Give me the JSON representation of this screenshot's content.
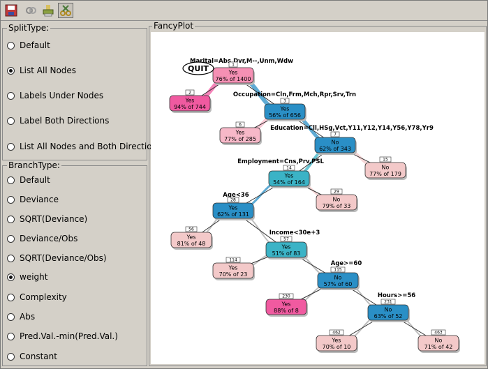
{
  "toolbar": {
    "buttons": [
      {
        "name": "save-icon"
      },
      {
        "name": "link-icon"
      },
      {
        "name": "print-icon"
      },
      {
        "name": "scissors-icon"
      }
    ]
  },
  "split_type": {
    "title": "SplitType:",
    "options": [
      {
        "label": "Default",
        "checked": false
      },
      {
        "label": "List All Nodes",
        "checked": true
      },
      {
        "label": "Labels Under Nodes",
        "checked": false
      },
      {
        "label": "Label Both Directions",
        "checked": false
      },
      {
        "label": "List All Nodes and Both Directions",
        "checked": false
      }
    ]
  },
  "branch_type": {
    "title": "BranchType:",
    "options": [
      {
        "label": "Default",
        "checked": false
      },
      {
        "label": "Deviance",
        "checked": false
      },
      {
        "label": "SQRT(Deviance)",
        "checked": false
      },
      {
        "label": "Deviance/Obs",
        "checked": false
      },
      {
        "label": "SQRT(Deviance/Obs)",
        "checked": false
      },
      {
        "label": "weight",
        "checked": true
      },
      {
        "label": "Complexity",
        "checked": false
      },
      {
        "label": "Abs",
        "checked": false
      },
      {
        "label": "Pred.Val.-min(Pred.Val.)",
        "checked": false
      },
      {
        "label": "Constant",
        "checked": false
      }
    ]
  },
  "plot": {
    "title": "FancyPlot",
    "quit_label": "QUIT",
    "colors": {
      "yes_strong": "#f05aa0",
      "yes_light": "#f7b8c8",
      "yes_mid": "#f590b4",
      "no_strong": "#2a8fc6",
      "no_light": "#f3c9c9",
      "no_teal": "#3bb3c6"
    },
    "splits": [
      {
        "id": "s1",
        "text": "Marital=Abs,Dvr,M--,Unm,Wdw"
      },
      {
        "id": "s2",
        "text": "Occupation=Cln,Frm,Mch,Rpr,Srv,Trn"
      },
      {
        "id": "s3",
        "text": "Education=Cll,HSg,Vct,Y11,Y12,Y14,Y56,Y78,Yr9"
      },
      {
        "id": "s4",
        "text": "Employment=Cns,Prv,PSL"
      },
      {
        "id": "s5",
        "text": "Age<36"
      },
      {
        "id": "s6",
        "text": "Income<30e+3"
      },
      {
        "id": "s7",
        "text": "Age>=60"
      },
      {
        "id": "s8",
        "text": "Hours>=56"
      }
    ],
    "nodes": [
      {
        "id": "n1",
        "num": "1",
        "label": "Yes",
        "stat": "76% of 1400"
      },
      {
        "id": "n2",
        "num": "2",
        "label": "Yes",
        "stat": "94% of 744"
      },
      {
        "id": "n3",
        "num": "3",
        "label": "Yes",
        "stat": "56% of 656"
      },
      {
        "id": "n6",
        "num": "6",
        "label": "Yes",
        "stat": "77% of 285"
      },
      {
        "id": "n7",
        "num": "7",
        "label": "No",
        "stat": "62% of 343"
      },
      {
        "id": "n14",
        "num": "14",
        "label": "Yes",
        "stat": "54% of 164"
      },
      {
        "id": "n15",
        "num": "15",
        "label": "No",
        "stat": "77% of 179"
      },
      {
        "id": "n28",
        "num": "28",
        "label": "Yes",
        "stat": "62% of 131"
      },
      {
        "id": "n29",
        "num": "29",
        "label": "No",
        "stat": "79% of 33"
      },
      {
        "id": "n56",
        "num": "56",
        "label": "Yes",
        "stat": "81% of 48"
      },
      {
        "id": "n57",
        "num": "57",
        "label": "Yes",
        "stat": "51% of 83"
      },
      {
        "id": "n114",
        "num": "114",
        "label": "Yes",
        "stat": "70% of 23"
      },
      {
        "id": "n115",
        "num": "115",
        "label": "No",
        "stat": "57% of 60"
      },
      {
        "id": "n230",
        "num": "230",
        "label": "Yes",
        "stat": "88% of 8"
      },
      {
        "id": "n231",
        "num": "231",
        "label": "No",
        "stat": "63% of 52"
      },
      {
        "id": "n462",
        "num": "462",
        "label": "Yes",
        "stat": "70% of 10"
      },
      {
        "id": "n463",
        "num": "463",
        "label": "No",
        "stat": "71% of 42"
      }
    ]
  }
}
